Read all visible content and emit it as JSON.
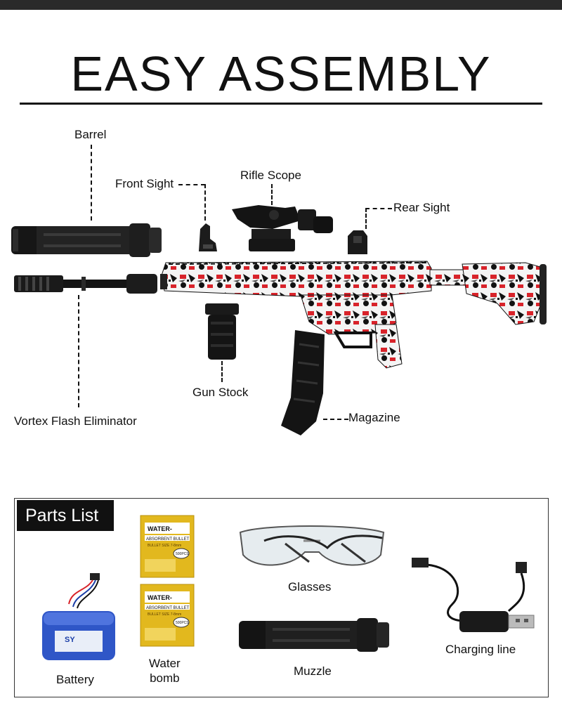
{
  "title": "EASY ASSEMBLY",
  "labels": {
    "barrel": "Barrel",
    "front_sight": "Front Sight",
    "rifle_scope": "Rifle Scope",
    "rear_sight": "Rear Sight",
    "gun_stock": "Gun Stock",
    "vortex_flash_eliminator": "Vortex Flash Eliminator",
    "magazine": "Magazine"
  },
  "parts_list": {
    "heading": "Parts List",
    "items": {
      "battery": "Battery",
      "water_bomb": "Water\nbomb",
      "glasses": "Glasses",
      "muzzle": "Muzzle",
      "charging_line": "Charging line"
    },
    "packet_text": {
      "line1": "WATER-",
      "line2": "ABSORBENT BULLET",
      "line3": "BULLET SIZE 7-8mm",
      "count": "500PCS"
    },
    "battery_brand": "SY"
  },
  "colors": {
    "accent_red": "#d8232a",
    "dark": "#111111"
  }
}
